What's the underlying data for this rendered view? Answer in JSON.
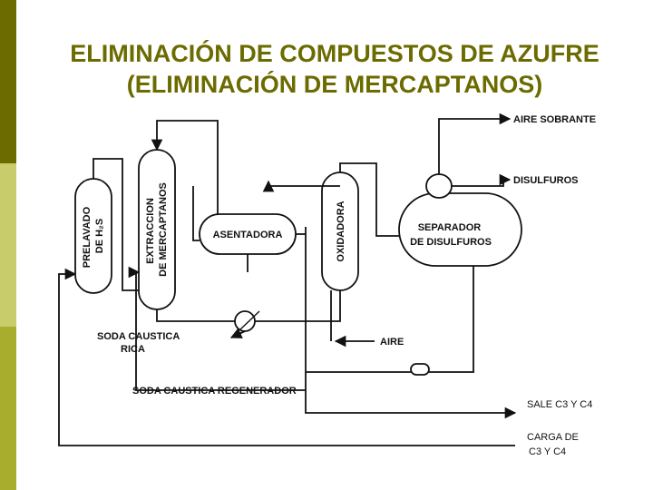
{
  "slide": {
    "title_line1": "ELIMINACIÓN DE COMPUESTOS DE AZUFRE",
    "title_line2": "(ELIMINACIÓN DE MERCAPTANOS)"
  },
  "diagram": {
    "units": {
      "prelavado_line1": "PRELAVADO",
      "prelavado_line2": "DE H₂S",
      "extraccion_line1": "EXTRACCION",
      "extraccion_line2": "DE MERCAPTANOS",
      "asentadora": "ASENTADORA",
      "oxidadora": "OXIDADORA",
      "separador_line1": "SEPARADOR",
      "separador_line2": "DE DISULFUROS"
    },
    "streams": {
      "aire_sobrante": "AIRE SOBRANTE",
      "disulfuros": "DISULFUROS",
      "aire": "AIRE",
      "soda_rica_line1": "SODA CAUSTICA",
      "soda_rica_line2": "RICA",
      "soda_regenerador": "SODA CAUSTICA REGENERADOR",
      "sale": "SALE C3 Y C4",
      "carga_line1": "CARGA DE",
      "carga_line2": "C3 Y C4"
    }
  }
}
